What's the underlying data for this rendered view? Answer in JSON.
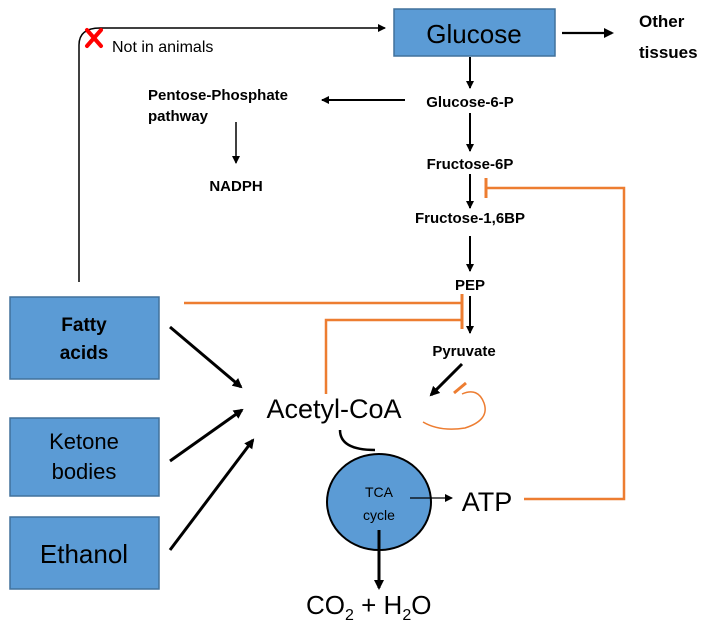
{
  "boxes": {
    "glucose": "Glucose",
    "fatty_acids_line1": "Fatty",
    "fatty_acids_line2": "acids",
    "ketone_line1": "Ketone",
    "ketone_line2": "bodies",
    "ethanol": "Ethanol"
  },
  "pathway": {
    "glucose_6p": "Glucose-6-P",
    "fructose_6p": "Fructose-6P",
    "fructose_16bp": "Fructose-1,6BP",
    "pep": "PEP",
    "pyruvate": "Pyruvate",
    "acetyl_coa": "Acetyl-CoA",
    "tca_line1": "TCA",
    "tca_line2": "cycle",
    "atp": "ATP",
    "co2": "CO",
    "co2_sub": "2",
    "plus": " + H",
    "h2o_sub": "2",
    "h2o_o": "O"
  },
  "side": {
    "other_tissues_line1": "Other",
    "other_tissues_line2": "tissues",
    "ppp_line1": "Pentose-Phosphate",
    "ppp_line2": "pathway",
    "nadph": "NADPH",
    "not_in_animals": "Not in animals"
  },
  "colors": {
    "box_fill": "#5b9bd5",
    "box_stroke": "#41719c",
    "inhibition": "#ed7d31",
    "cross": "#ff0000",
    "arrow": "#000000"
  }
}
